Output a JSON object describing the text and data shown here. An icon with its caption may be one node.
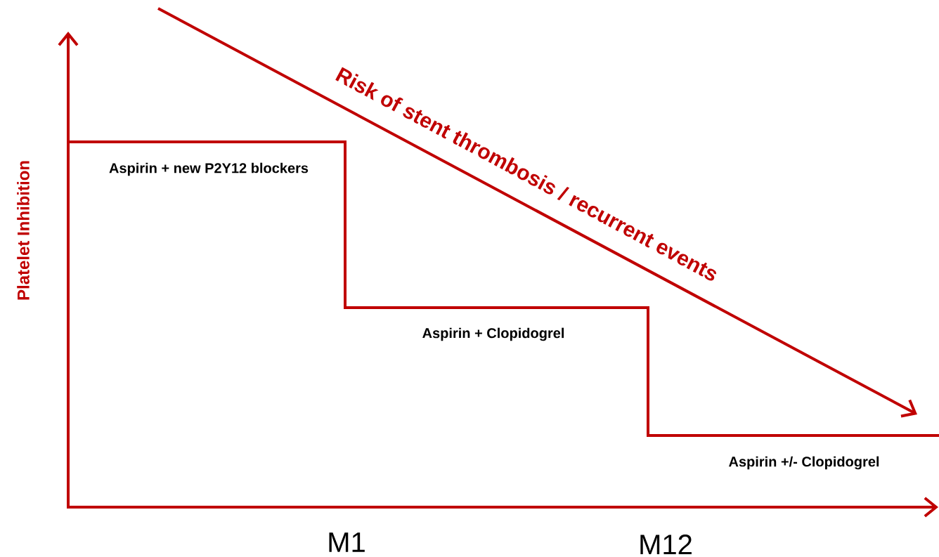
{
  "diagram": {
    "labels": [
      "Risk of stent thrombosis / recurrent events",
      "Aspirin + new P2Y12 blockers",
      "Platelet Inhibition",
      "Aspirin + Clopidogrel",
      "Aspirin +/- Clopidogrel",
      "M1",
      "M12"
    ]
  }
}
